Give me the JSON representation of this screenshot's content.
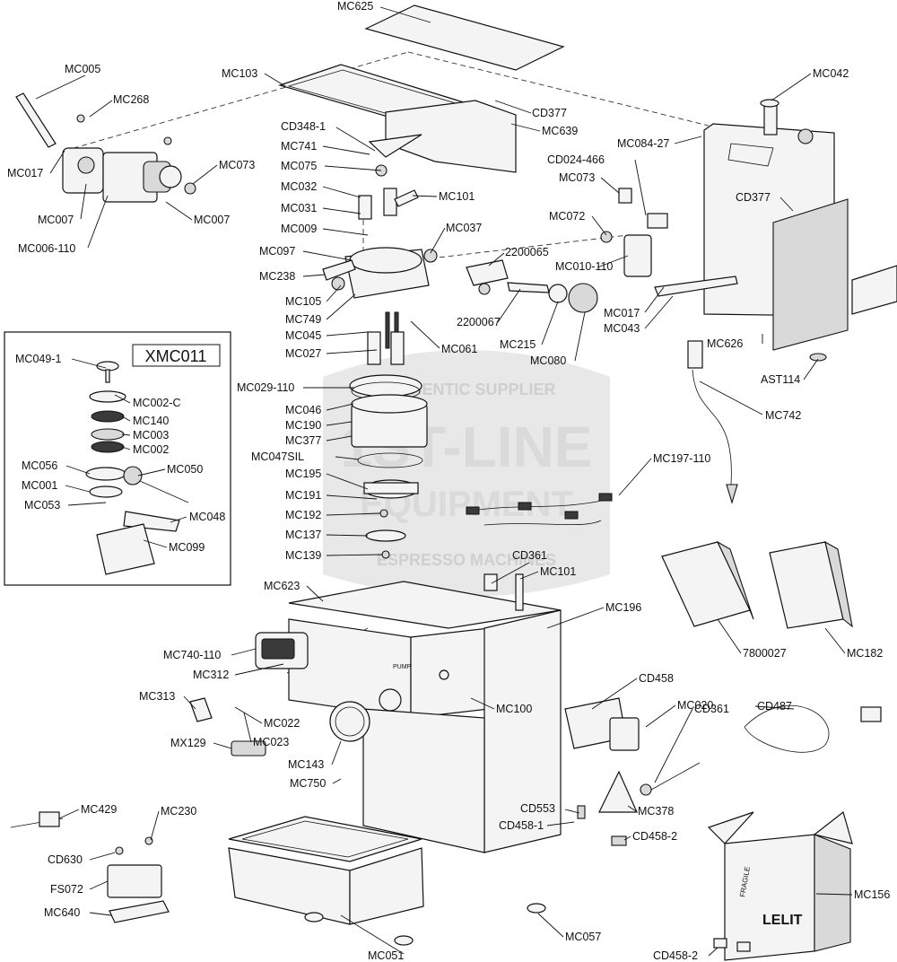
{
  "diagram": {
    "kit_title": "XMC011",
    "watermark": {
      "line1": "AUTHENTIC SUPPLIER",
      "line2": "1ST-LINE",
      "line3": "EQUIPMENT",
      "line4": "ESPRESSO MACHINES"
    },
    "packaging": {
      "box_brand": "LELIT",
      "box_marking": "FRAGILE"
    },
    "panel_marking": "PUMP",
    "callouts": [
      "MC625",
      "MC103",
      "CD377",
      "MC639",
      "MC005",
      "MC268",
      "MC017",
      "MC007",
      "MC006-110",
      "MC073",
      "MC007",
      "CD348-1",
      "MC741",
      "MC075",
      "MC032",
      "MC101",
      "MC031",
      "MC009",
      "MC037",
      "MC097",
      "MC238",
      "MC105",
      "MC749",
      "MC045",
      "MC027",
      "MC061",
      "2200065",
      "2200067",
      "MC215",
      "MC080",
      "MC042",
      "MC084-27",
      "CD024-466",
      "MC073",
      "CD377",
      "MC072",
      "MC010-110",
      "MC017",
      "MC043",
      "MC626",
      "AST114",
      "MC742",
      "MC049-1",
      "MC002-C",
      "MC140",
      "MC003",
      "MC002",
      "MC056",
      "MC050",
      "MC001",
      "MC053",
      "MC048",
      "MC099",
      "MC029-110",
      "MC046",
      "MC190",
      "MC377",
      "MC047SIL",
      "MC195",
      "MC191",
      "MC192",
      "MC137",
      "MC139",
      "MC197-110",
      "CD361",
      "MC101",
      "MC623",
      "MC196",
      "7800027",
      "MC182",
      "MC740-110",
      "MC312",
      "MC313",
      "MC022",
      "MC023",
      "MC143",
      "MC100",
      "MX129",
      "MC750",
      "CD458",
      "MC020",
      "CD361",
      "CD487",
      "MC378",
      "CD553",
      "CD458-1",
      "CD458-2",
      "MC429",
      "MC230",
      "CD630",
      "FS072",
      "MC640",
      "MC051",
      "MC057",
      "MC156",
      "CD458-2"
    ]
  }
}
